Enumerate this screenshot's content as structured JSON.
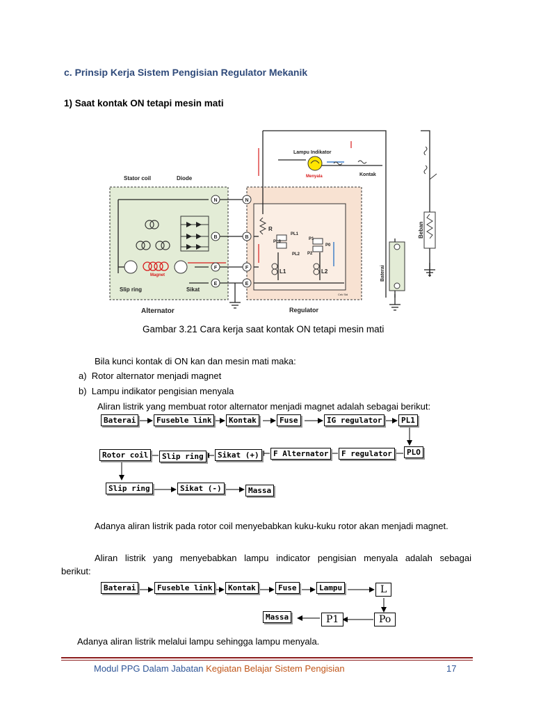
{
  "section_title": "c. Prinsip Kerja Sistem Pengisian Regulator Mekanik",
  "sub_title": "1) Saat kontak ON tetapi mesin mati",
  "figure": {
    "labels": {
      "stator_coil": "Stator coil",
      "diode": "Diode",
      "lampu_indikator": "Lampu Indikator",
      "menyala": "Menyala",
      "kontak": "Kontak",
      "beban": "Beban",
      "baterai": "Baterai",
      "r": "R",
      "pl1": "PL1",
      "pl0": "PL0",
      "pl2": "PL2",
      "p1": "P1",
      "p0": "P0",
      "p2": "P2",
      "l1": "L1",
      "l2": "L2",
      "magnet": "Magnet",
      "slip_ring": "Slip ring",
      "sikat": "Sikat",
      "alternator": "Alternator",
      "regulator": "Regulator",
      "term_n": "N",
      "term_b": "B",
      "term_f": "F",
      "term_e": "E",
      "cek": "Cek Std"
    }
  },
  "caption": "Gambar 3.21   Cara kerja saat kontak ON tetapi mesin mati",
  "intro": "Bila kunci kontak di ON kan dan  mesin mati maka:",
  "list": [
    {
      "marker": "a)",
      "text": "Rotor alternator menjadi magnet"
    },
    {
      "marker": "b)",
      "text": "Lampu indikator pengisian menyala"
    }
  ],
  "flow1_intro": "Aliran listrik yang membuat  rotor alternator menjadi magnet adalah sebagai berikut:",
  "flow1": {
    "row1": [
      "Baterai",
      "Fuseble link",
      "Kontak",
      "Fuse",
      "IG regulator",
      "PL1"
    ],
    "row2": [
      "Rotor coil",
      "Slip ring",
      "Sikat (+)",
      "F Alternator",
      "F regulator",
      "PLO"
    ],
    "row3": [
      "Slip ring",
      "Sikat (-)",
      "Massa"
    ]
  },
  "para_magnet": "Adanya aliran listrik pada rotor coil menyebabkan kuku-kuku rotor akan menjadi magnet.",
  "flow2_intro_line1": "Aliran listrik yang menyebabkan lampu indicator pengisian menyala adalah sebagai",
  "flow2_intro_line2": "berikut:",
  "flow2": {
    "row1": [
      "Baterai",
      "Fuseble link",
      "Kontak",
      "Fuse",
      "Lampu",
      "L"
    ],
    "row2": [
      "Massa",
      "P1",
      "Po"
    ]
  },
  "para_lampu": "Adanya aliran listrik melalui lampu sehingga lampu menyala.",
  "footer": {
    "left_blue": "Modul PPG Dalam Jabatan ",
    "left_orange": "Kegiatan Belajar Sistem Pengisian",
    "page": "17"
  },
  "colors": {
    "title_blue": "#2f4a7a",
    "footer_blue": "#2e5597",
    "footer_orange": "#c0561a",
    "footer_rule": "#8b1a1a",
    "alternator_box": "#e3ecd6",
    "regulator_box": "#f8e2d2"
  }
}
